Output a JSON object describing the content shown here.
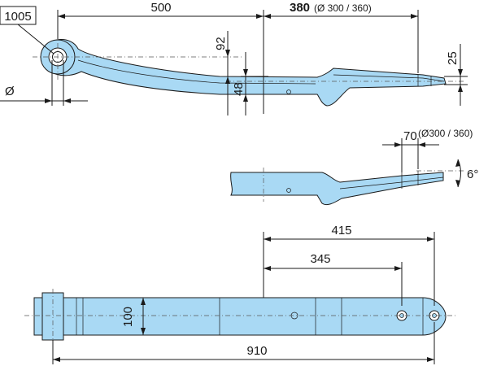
{
  "part_number": "1005",
  "dimensions": {
    "top_length": "500",
    "top_right_length": "380",
    "top_right_dia": "(Ø 300 / 360)",
    "height_92": "92",
    "thickness_48": "48",
    "tip_25": "25",
    "eye_dia_symbol": "Ø",
    "detail_length": "70",
    "detail_dia": "(Ø300 / 360)",
    "angle": "6°",
    "plan_415": "415",
    "plan_345": "345",
    "plan_width": "100",
    "plan_total": "910"
  },
  "colors": {
    "part_fill": "#a9d9f4",
    "line": "#1a1a1a"
  }
}
